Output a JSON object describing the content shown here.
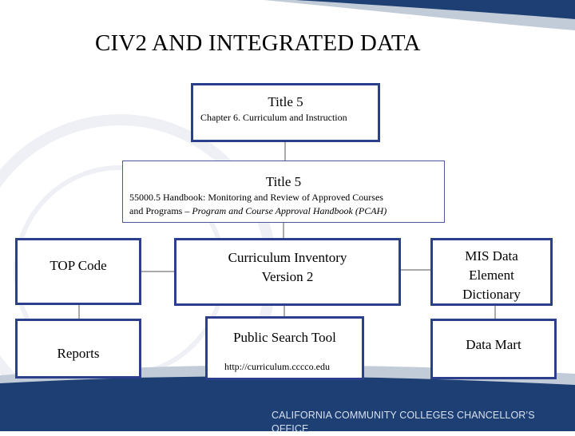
{
  "title": "CIV2 AND INTEGRATED DATA",
  "boxes": {
    "title5_top": {
      "heading": "Title 5",
      "subtitle": "Chapter 6. Curriculum and Instruction"
    },
    "title5_mid": {
      "heading": "Title 5",
      "line1": "55000.5 Handbook: Monitoring and Review of Approved Courses",
      "line2_plain": "and Programs – ",
      "line2_italic": "Program and Course Approval Handbook (PCAH)"
    },
    "top_code": {
      "label": "TOP Code"
    },
    "civ2": {
      "line1": "Curriculum Inventory",
      "line2": "Version 2"
    },
    "mis": {
      "line1": "MIS Data",
      "line2": "Element",
      "line3": "Dictionary"
    },
    "reports": {
      "label": "Reports"
    },
    "public_search": {
      "label": "Public Search Tool",
      "url": "http://curriculum.cccco.edu"
    },
    "data_mart": {
      "label": "Data Mart"
    }
  },
  "footer": "CALIFORNIA COMMUNITY COLLEGES CHANCELLOR’S OFFICE",
  "colors": {
    "box_border": "#2b3f8c",
    "band_dark": "#1d3f73",
    "band_light": "#c2ccd8"
  }
}
